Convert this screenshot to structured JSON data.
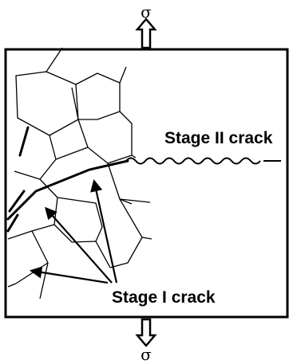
{
  "diagram": {
    "stress_symbol_top": "σ",
    "stress_symbol_bottom": "σ",
    "stage2_label": "Stage II  crack",
    "stage1_label": "Stage I crack",
    "colors": {
      "ink": "#000000",
      "background": "#ffffff"
    }
  }
}
